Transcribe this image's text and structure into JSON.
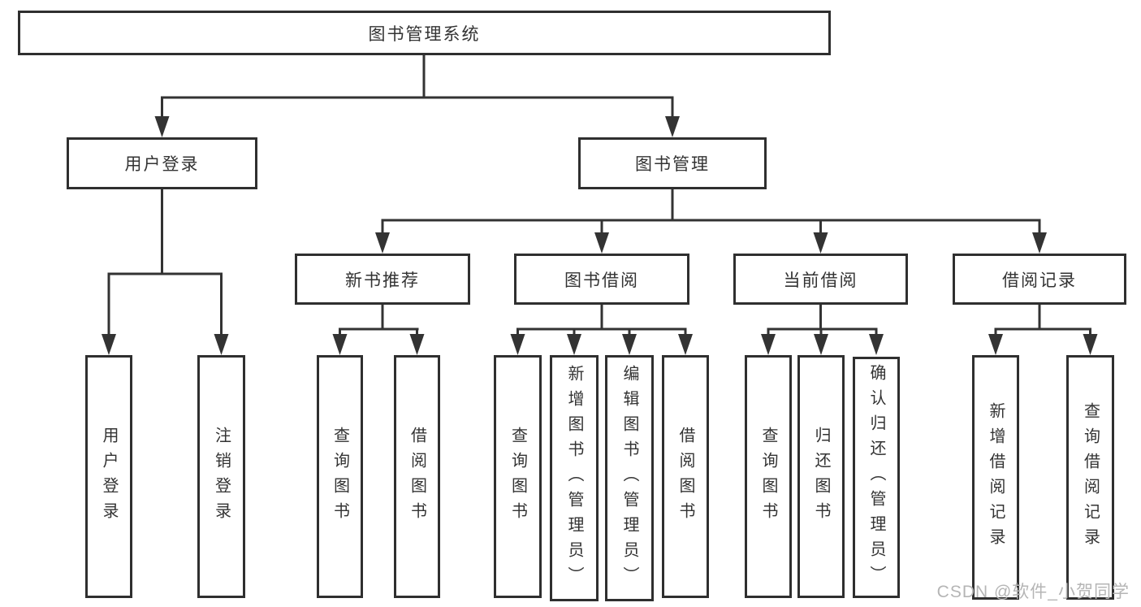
{
  "diagram": {
    "watermark": "CSDN @软件_小贺同学",
    "colors": {
      "line": "#333333",
      "box_border": "#2f2f2f",
      "text": "#333333",
      "background": "#ffffff",
      "watermark": "#b5b5b5"
    },
    "tree": {
      "root": {
        "label": "图书管理系统"
      },
      "branches": [
        {
          "label": "用户登录",
          "children": [
            {
              "label": "用户登录"
            },
            {
              "label": "注销登录"
            }
          ]
        },
        {
          "label": "图书管理",
          "children": [
            {
              "label": "新书推荐",
              "children": [
                {
                  "label": "查询图书"
                },
                {
                  "label": "借阅图书"
                }
              ]
            },
            {
              "label": "图书借阅",
              "children": [
                {
                  "label": "查询图书"
                },
                {
                  "label": "新增图书（管理员）"
                },
                {
                  "label": "编辑图书（管理员）"
                },
                {
                  "label": "借阅图书"
                }
              ]
            },
            {
              "label": "当前借阅",
              "children": [
                {
                  "label": "查询图书"
                },
                {
                  "label": "归还图书"
                },
                {
                  "label": "确认归还（管理员）"
                }
              ]
            },
            {
              "label": "借阅记录",
              "children": [
                {
                  "label": "新增借阅记录"
                },
                {
                  "label": "查询借阅记录"
                }
              ]
            }
          ]
        }
      ]
    }
  }
}
